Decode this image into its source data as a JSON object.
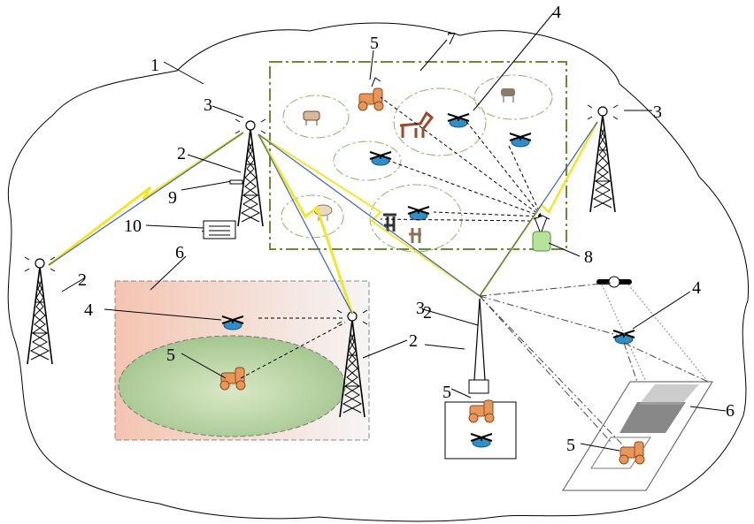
{
  "labels": {
    "l1": "1",
    "l2a": "2",
    "l2b": "2",
    "l2c": "2",
    "l2d": "2",
    "l3a": "3",
    "l3b": "3",
    "l3c": "3",
    "l4a": "4",
    "l4b": "4",
    "l4c": "4",
    "l5a": "5",
    "l5b": "5",
    "l5c": "5",
    "l5d": "5",
    "l6a": "6",
    "l6b": "6",
    "l7": "7",
    "l8": "8",
    "l9": "9",
    "l10": "10"
  },
  "colors": {
    "territory_border": "#000000",
    "pasture_border": "#6b8a3a",
    "pasture_fill": "#ffffff",
    "field_gradient_from": "#f4c9b6",
    "field_gradient_to": "#f2f2f2",
    "field_ellipse": "#9fc38a",
    "radio_link": "#f0e62a",
    "blue_link": "#3d63b8",
    "tractor": "#e8965a",
    "drone": "#2f8ec8",
    "sensor": "#a9e08a"
  },
  "icons": [
    "radio-tower-icon",
    "antenna-icon",
    "drone-icon",
    "tractor-icon",
    "cow-icon",
    "horse-icon",
    "sheep-icon",
    "goat-icon",
    "satellite-icon",
    "control-station-icon",
    "lightning-link-icon"
  ]
}
